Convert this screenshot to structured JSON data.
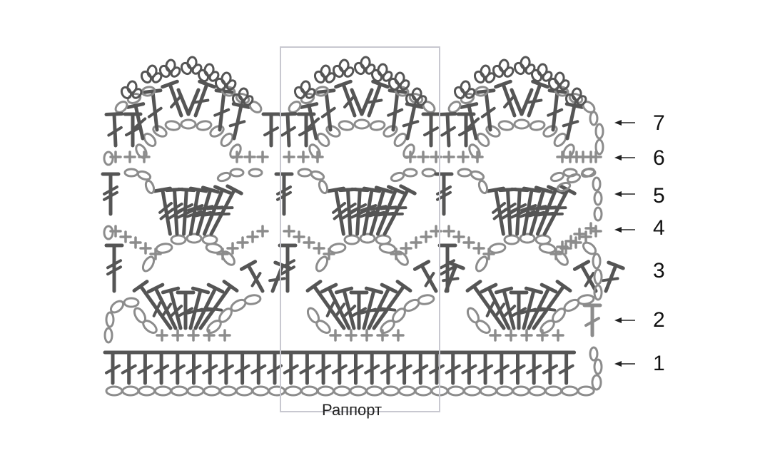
{
  "repeat_label": "Раппорт",
  "rows": [
    {
      "number": "1",
      "arrow": true
    },
    {
      "number": "2",
      "arrow": true
    },
    {
      "number": "3",
      "arrow": false
    },
    {
      "number": "4",
      "arrow": true
    },
    {
      "number": "5",
      "arrow": true
    },
    {
      "number": "6",
      "arrow": true
    },
    {
      "number": "7",
      "arrow": true
    }
  ],
  "colors": {
    "dark_stitch": "#555555",
    "light_stitch": "#8c8c8c",
    "repeat_frame": "#c8c8d0",
    "text": "#111111"
  }
}
